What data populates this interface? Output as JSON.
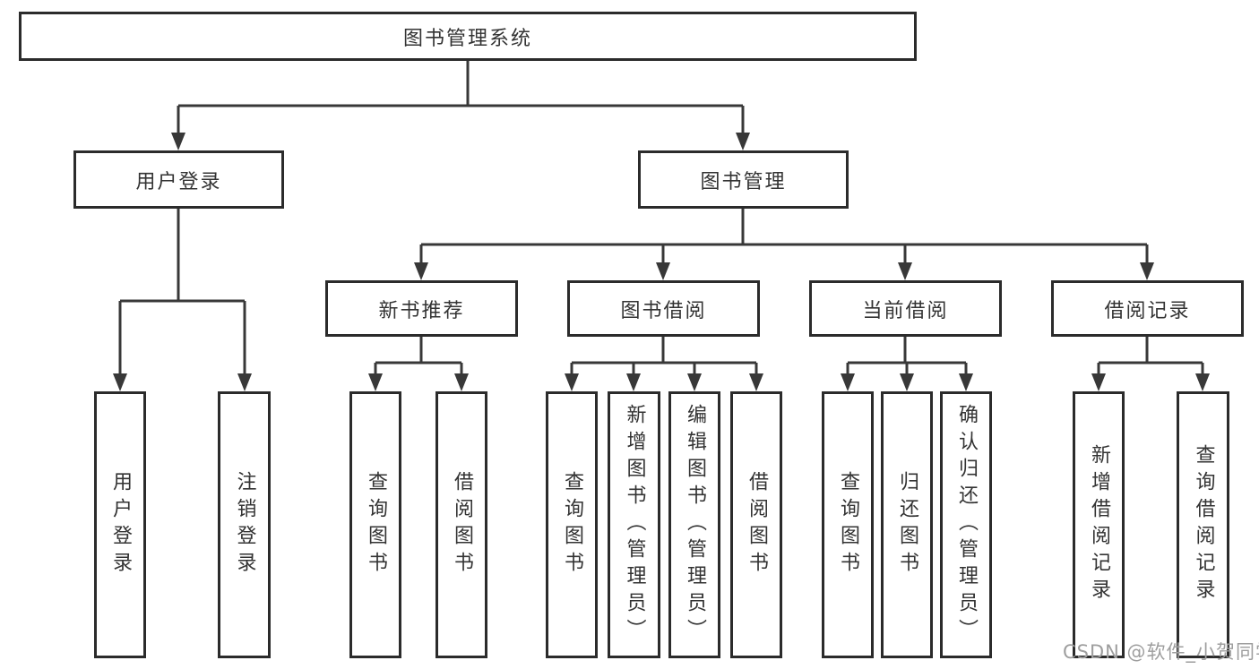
{
  "diagram": {
    "type": "hierarchy-tree",
    "tree": {
      "label": "图书管理系统",
      "children": [
        {
          "label": "用户登录",
          "children": [
            {
              "label": "用户登录"
            },
            {
              "label": "注销登录"
            }
          ]
        },
        {
          "label": "图书管理",
          "children": [
            {
              "label": "新书推荐",
              "children": [
                {
                  "label": "查询图书"
                },
                {
                  "label": "借阅图书"
                }
              ]
            },
            {
              "label": "图书借阅",
              "children": [
                {
                  "label": "查询图书"
                },
                {
                  "label": "新增图书（管理员）"
                },
                {
                  "label": "编辑图书（管理员）"
                },
                {
                  "label": "借阅图书"
                }
              ]
            },
            {
              "label": "当前借阅",
              "children": [
                {
                  "label": "查询图书"
                },
                {
                  "label": "归还图书"
                },
                {
                  "label": "确认归还（管理员）"
                }
              ]
            },
            {
              "label": "借阅记录",
              "children": [
                {
                  "label": "新增借阅记录"
                },
                {
                  "label": "查询借阅记录"
                }
              ]
            }
          ]
        }
      ]
    },
    "watermark": "CSDN @软件_小贺同学",
    "colors": {
      "background": "#ffffff",
      "box_border": "#2b2b2b",
      "connector_line": "#383838",
      "text": "#333333",
      "watermark_text": "#9e9e9e"
    }
  }
}
